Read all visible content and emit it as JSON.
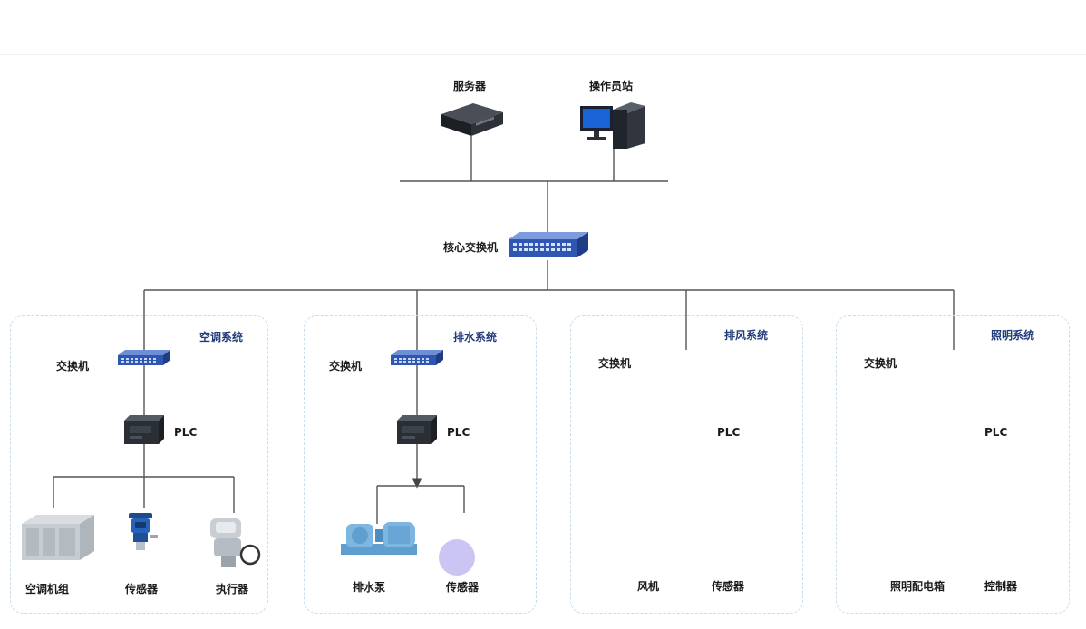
{
  "network": {
    "server_label": "服务器",
    "operator_label": "操作员站",
    "core_switch_label": "核心交换机"
  },
  "subsystems": [
    {
      "title": "空调系统",
      "switch_label": "交换机",
      "plc_label": "PLC",
      "devices": [
        "空调机组",
        "传感器",
        "执行器"
      ]
    },
    {
      "title": "排水系统",
      "switch_label": "交换机",
      "plc_label": "PLC",
      "devices": [
        "排水泵",
        "传感器"
      ]
    },
    {
      "title": "排风系统",
      "switch_label": "交换机",
      "plc_label": "PLC",
      "devices": [
        "风机",
        "传感器"
      ]
    },
    {
      "title": "照明系统",
      "switch_label": "交换机",
      "plc_label": "PLC",
      "devices": [
        "照明配电箱",
        "控制器"
      ]
    }
  ],
  "colors": {
    "line": "#555555",
    "switch": "#2f56b0",
    "box_border": "#c8dcea",
    "title": "#223b7a"
  }
}
